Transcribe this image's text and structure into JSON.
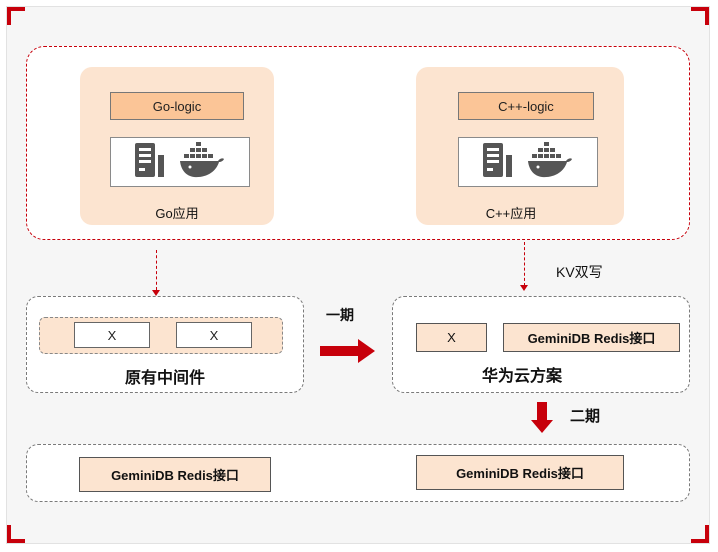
{
  "apps": [
    {
      "logic_label": "Go-logic",
      "app_name": "Go应用",
      "icons": [
        "server-icon",
        "docker-icon"
      ]
    },
    {
      "logic_label": "C++-logic",
      "app_name": "C++应用",
      "icons": [
        "server-icon",
        "docker-icon"
      ]
    }
  ],
  "kv_label": "KV双写",
  "original_middleware": {
    "title": "原有中间件",
    "items": [
      "X",
      "X"
    ]
  },
  "phase1_label": "一期",
  "huawei_cloud": {
    "title": "华为云方案",
    "items": [
      "X",
      "GeminiDB Redis接口"
    ]
  },
  "phase2_label": "二期",
  "final": {
    "items": [
      "GeminiDB Redis接口",
      "GeminiDB Redis接口"
    ]
  },
  "colors": {
    "accent_red": "#c7000b",
    "light_orange": "#fce4d0",
    "label_orange": "#fbc597"
  }
}
